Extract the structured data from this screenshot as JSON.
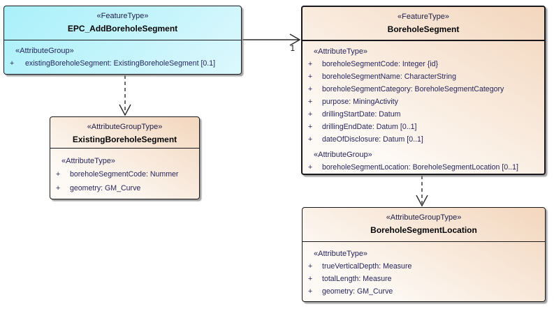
{
  "colors": {
    "feature_fill": "#a9f0fa",
    "group_fill": "#f3d6bd",
    "uml_text": "#26265c",
    "border": "#17171c"
  },
  "connectors": {
    "association_multiplicity": "1"
  },
  "b1": {
    "stereotype": "«FeatureType»",
    "name": "EPC_AddBoreholeSegment",
    "sections": [
      {
        "stereotype": "«AttributeGroup»",
        "rows": [
          {
            "vis": "+",
            "text": "existingBoreholeSegment: ExistingBoreholeSegment [0.1]"
          }
        ]
      }
    ]
  },
  "b2": {
    "stereotype": "«FeatureType»",
    "name": "BoreholeSegment",
    "sections": [
      {
        "stereotype": "«AttributeType»",
        "rows": [
          {
            "vis": "+",
            "text": "boreholeSegmentCode: Integer {id}"
          },
          {
            "vis": "+",
            "text": "boreholeSegmentName: CharacterString"
          },
          {
            "vis": "+",
            "text": "boreholeSegmentCategory: BoreholeSegmentCategory"
          },
          {
            "vis": "+",
            "text": "purpose: MiningActivity"
          },
          {
            "vis": "+",
            "text": "drillingStartDate: Datum"
          },
          {
            "vis": "+",
            "text": "drillingEndDate: Datum [0..1]"
          },
          {
            "vis": "+",
            "text": "dateOfDisclosure: Datum [0..1]"
          }
        ]
      },
      {
        "stereotype": "«AttributeGroup»",
        "rows": [
          {
            "vis": "+",
            "text": "boreholeSegmentLocation: BoreholeSegmentLocation [0..1]"
          }
        ]
      }
    ]
  },
  "b3": {
    "stereotype": "«AttributeGroupType»",
    "name": "ExistingBoreholeSegment",
    "sections": [
      {
        "stereotype": "«AttributeType»",
        "rows": [
          {
            "vis": "+",
            "text": "boreholeSegmentCode: Nummer"
          },
          {
            "vis": "+",
            "text": "geometry: GM_Curve"
          }
        ]
      }
    ]
  },
  "b4": {
    "stereotype": "«AttributeGroupType»",
    "name": "BoreholeSegmentLocation",
    "sections": [
      {
        "stereotype": "«AttributeType»",
        "rows": [
          {
            "vis": "+",
            "text": "trueVerticalDepth: Measure"
          },
          {
            "vis": "+",
            "text": "totalLength: Measure"
          },
          {
            "vis": "+",
            "text": "geometry: GM_Curve"
          }
        ]
      }
    ]
  }
}
